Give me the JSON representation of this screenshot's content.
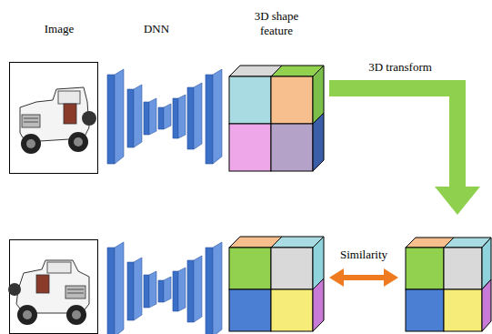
{
  "diagram": {
    "labels": [
      "Image",
      "DNN",
      "3D shape feature",
      "3D transform",
      "Similarity"
    ]
  }
}
